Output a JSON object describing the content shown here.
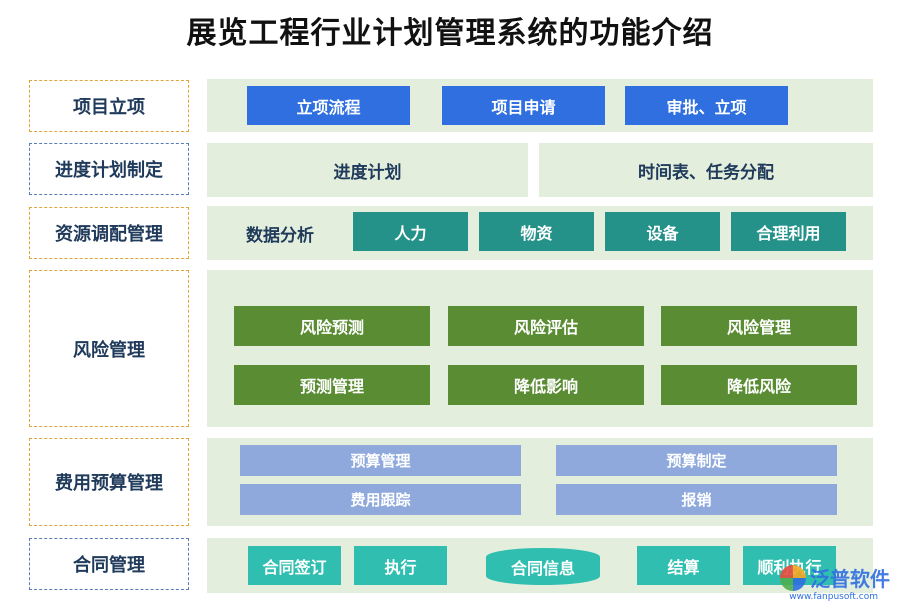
{
  "title": "展览工程行业计划管理系统的功能介绍",
  "rows": {
    "project": {
      "label": "项目立项",
      "boxes": [
        "立项流程",
        "项目申请",
        "审批、立项"
      ]
    },
    "schedule": {
      "label": "进度计划制定",
      "left": "进度计划",
      "right": "时间表、任务分配"
    },
    "resource": {
      "label": "资源调配管理",
      "intro": "数据分析",
      "boxes": [
        "人力",
        "物资",
        "设备",
        "合理利用"
      ]
    },
    "risk": {
      "label": "风险管理",
      "boxes": [
        "风险预测",
        "风险评估",
        "风险管理",
        "预测管理",
        "降低影响",
        "降低风险"
      ]
    },
    "budget": {
      "label": "费用预算管理",
      "boxes": [
        "预算管理",
        "预算制定",
        "费用跟踪",
        "报销"
      ]
    },
    "contract": {
      "label": "合同管理",
      "boxes": [
        "合同签订",
        "执行",
        "合同信息",
        "结算",
        "顺利执行"
      ]
    }
  },
  "watermark": {
    "brand": "泛普软件",
    "url": "www.fanpusoft.com"
  },
  "colors": {
    "blue": "#2f6fe0",
    "teal": "#25928a",
    "green": "#5a8c33",
    "lavender": "#8fa9dc",
    "mint": "#2fbeb0",
    "panel": "#e3eedc",
    "label_border": "#e0a43a"
  }
}
